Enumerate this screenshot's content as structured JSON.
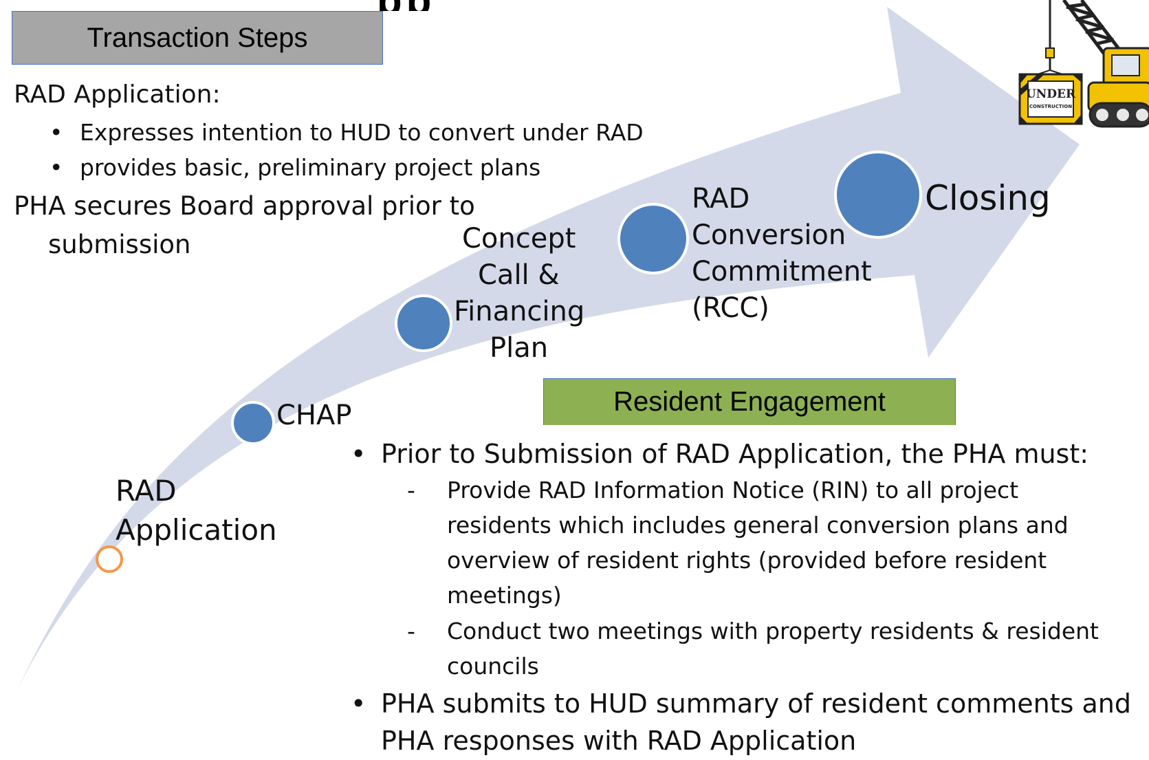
{
  "colors": {
    "arrow_fill": "#d3d9e8",
    "node_fill": "#4f81bd",
    "node_stroke": "#ffffff",
    "start_node_stroke": "#f79646",
    "gray_box": "#a6a6a6",
    "green_box": "#8db152",
    "box_border": "#4472c4"
  },
  "title_fragment": "pp",
  "transaction_steps": {
    "header": "Transaction Steps",
    "heading": "RAD Application:",
    "bullets": [
      "Expresses intention to HUD to convert under RAD",
      "provides basic, preliminary project plans"
    ],
    "board_line1": "PHA secures Board approval prior to",
    "board_line2": "submission"
  },
  "steps": {
    "rad_application": [
      "RAD",
      "Application"
    ],
    "chap": "CHAP",
    "concept": [
      "Concept",
      "Call &",
      "Financing",
      "Plan"
    ],
    "rcc": [
      "RAD",
      "Conversion",
      "Commitment",
      "(RCC)"
    ],
    "closing": "Closing"
  },
  "resident_engagement": {
    "header": "Resident Engagement",
    "bullet1": "Prior to Submission of RAD Application, the PHA must:",
    "sub1_lines": [
      "Provide RAD Information Notice (RIN) to all project",
      "residents which includes general conversion plans and",
      "overview of resident rights (provided before resident",
      "meetings)"
    ],
    "sub2_lines": [
      "Conduct two meetings with property residents & resident",
      "councils"
    ],
    "bullet2_lines": [
      "PHA submits to HUD summary of resident comments and",
      "PHA responses with RAD Application"
    ]
  },
  "icons": {
    "construction": "under-construction-crane-icon",
    "sign_text_1": "UNDER",
    "sign_text_2": "CONSTRUCTION"
  }
}
